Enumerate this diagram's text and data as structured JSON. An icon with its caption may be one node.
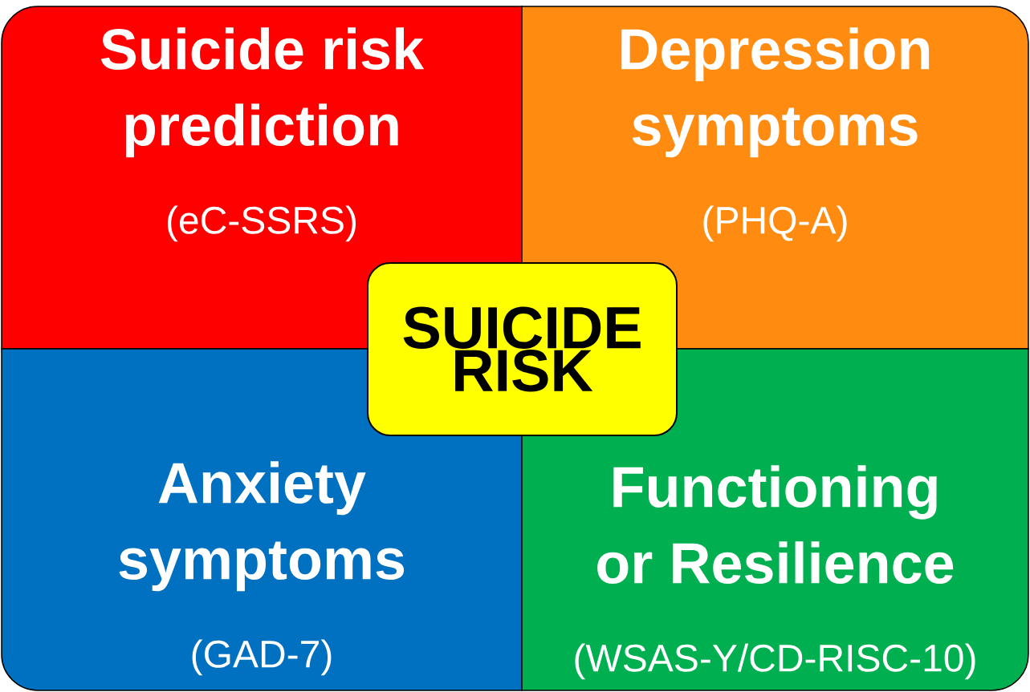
{
  "diagram": {
    "nodes": [
      {
        "text": [
          "Suicide risk prediction",
          "(eC-SSRS)"
        ]
      },
      {
        "text": [
          "Depression symptoms",
          "(PHQ-A)"
        ]
      },
      {
        "text": [
          "Anxiety symptoms",
          "(GAD-7)"
        ]
      },
      {
        "text": [
          "Functioning or Resilience",
          "(WSAS-Y/CD-RISC-10)"
        ]
      },
      {
        "text": [
          "SUICIDE RISK"
        ]
      }
    ]
  }
}
